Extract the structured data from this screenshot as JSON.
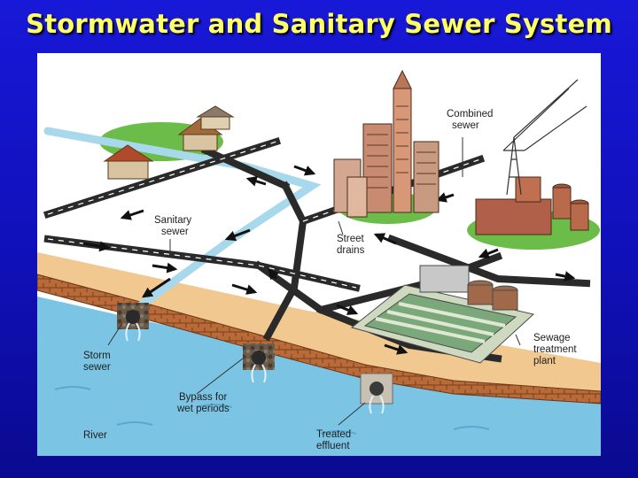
{
  "slide": {
    "title": "Stormwater and Sanitary Sewer System"
  },
  "diagram": {
    "labels": {
      "combined_sewer": [
        "Combined",
        "sewer"
      ],
      "sanitary_sewer": [
        "Sanitary",
        "sewer"
      ],
      "street_drains": [
        "Street",
        "drains"
      ],
      "storm_sewer": [
        "Storm",
        "sewer"
      ],
      "bypass": [
        "Bypass for",
        "wet periods"
      ],
      "river": "River",
      "treated_effluent": [
        "Treated",
        "effluent"
      ],
      "sewage_treatment_plant": [
        "Sewage",
        "treatment",
        "plant"
      ]
    },
    "colors": {
      "background": "#1414c8",
      "title": "#ffff66",
      "road": "#2a2a2a",
      "storm_pipe": "#a8d8ec",
      "water": "#7cc4e4",
      "shore": "#b86a38",
      "sand": "#f0c890",
      "grass": "#6cbc4a"
    }
  }
}
